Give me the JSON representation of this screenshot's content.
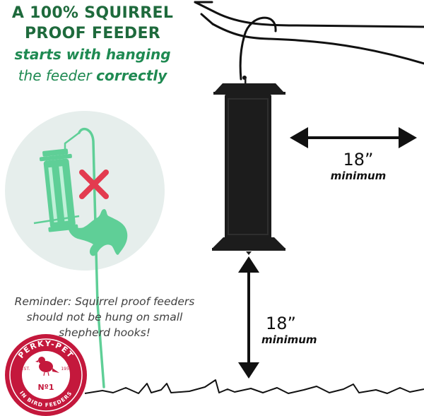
{
  "headline": {
    "line1": "A 100% SQUIRREL",
    "line2": "PROOF FEEDER",
    "line3": "starts with hanging",
    "line4_a": "the feeder ",
    "line4_b": "correctly"
  },
  "reminder": {
    "line1": "Reminder: Squirrel proof feeders",
    "line2": "should not be hung on small",
    "line3": "shepherd hooks!"
  },
  "horizontal_clearance": {
    "value": "18”",
    "unit": "minimum"
  },
  "vertical_clearance": {
    "value": "18”",
    "unit": "minimum"
  },
  "brand_badge": {
    "name": "PERKY-PET",
    "est": "EST.",
    "year": "1958",
    "rank": "Nº1",
    "tagline": "IN BIRD FEEDERS"
  },
  "colors": {
    "headline_dark_green": "#1e6a3c",
    "headline_green": "#1f8a52",
    "illustration_green": "#5fcf97",
    "warning_red": "#e33b4f",
    "badge_red": "#c4183c",
    "feeder_black": "#1c1c1c"
  }
}
